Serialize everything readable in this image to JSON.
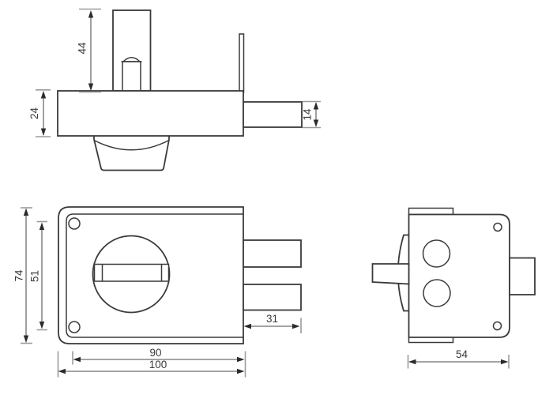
{
  "document": {
    "kind": "technical-drawing",
    "subject": "rim lock (night latch) three-view dimensioned drawing",
    "unit": "mm",
    "background": "#ffffff"
  },
  "colors": {
    "object_line": "#3a3a3a",
    "dimension_line": "#6e6e6e",
    "extension_tick": "#9c9c9c",
    "arrowhead": "#2b2b2b",
    "label_text": "#3a3a3a"
  },
  "views": {
    "top": {
      "name": "top view",
      "dims": {
        "follower_height": "44",
        "case_depth": "24",
        "bolt_thickness": "14"
      }
    },
    "front": {
      "name": "front view",
      "dims": {
        "plate_height": "74",
        "screw_spacing": "51",
        "bolt_throw": "31",
        "case_width": "90",
        "plate_width": "100"
      }
    },
    "side": {
      "name": "side view",
      "dims": {
        "case_depth": "54"
      }
    }
  }
}
